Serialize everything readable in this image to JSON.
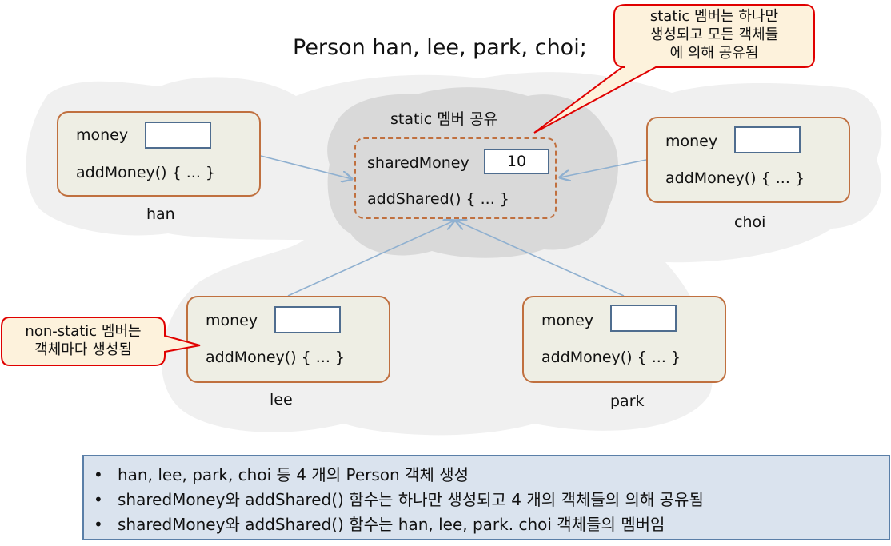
{
  "title": "Person han, lee, park, choi;",
  "shared_area": {
    "label": "static 멤버 공유",
    "field_label": "sharedMoney",
    "field_value": "10",
    "method_label": "addShared() { ... }"
  },
  "objects": {
    "han": {
      "name": "han",
      "field_label": "money",
      "method_label": "addMoney() { ... }"
    },
    "choi": {
      "name": "choi",
      "field_label": "money",
      "method_label": "addMoney() { ... }"
    },
    "lee": {
      "name": "lee",
      "field_label": "money",
      "method_label": "addMoney() { ... }"
    },
    "park": {
      "name": "park",
      "field_label": "money",
      "method_label": "addMoney() { ... }"
    }
  },
  "callouts": {
    "static_note": [
      "static 멤버는 하나만",
      "생성되고 모든 객체들",
      "에 의해 공유됨"
    ],
    "nonstatic_note": [
      "non-static 멤버는",
      "객체마다 생성됨"
    ]
  },
  "summary": [
    "han, lee, park, choi 등 4 개의 Person 객체 생성",
    "sharedMoney와 addShared() 함수는 하나만 생성되고 4 개의 객체들의  의해 공유됨",
    "sharedMoney와 addShared() 함수는 han, lee, park. choi 객체들의 멤버임"
  ],
  "colors": {
    "object_fill": "#eeeee4",
    "object_border": "#c0703f",
    "cloud_fill": "#d9d9d9",
    "callout_fill": "#fdf2dc",
    "callout_border": "#e00000",
    "arrow": "#8fb0d0",
    "info_fill": "#dae3ee",
    "info_border": "#5a7fa8"
  }
}
